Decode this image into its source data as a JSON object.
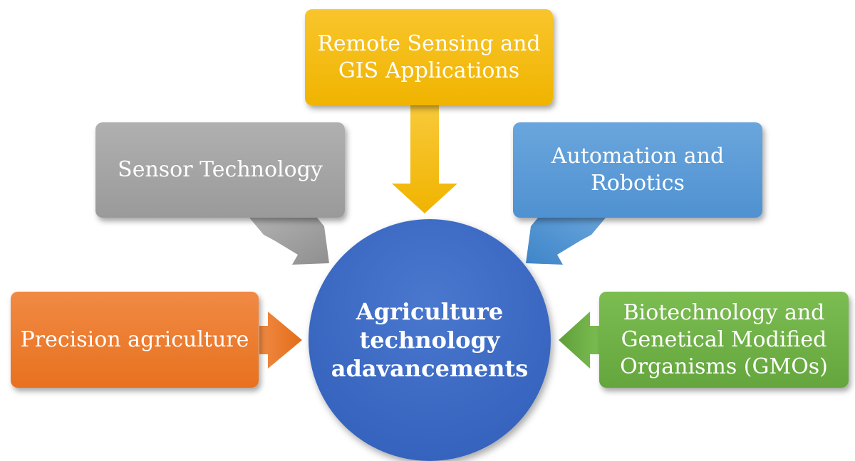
{
  "center": {
    "label": "Agriculture\ntechnology\nadavancements",
    "color": "#3a66c4"
  },
  "nodes": [
    {
      "id": "precision",
      "label": "Precision agriculture",
      "color": "#ed7d31"
    },
    {
      "id": "sensor",
      "label": "Sensor Technology",
      "color": "#a5a5a5"
    },
    {
      "id": "remote",
      "label": "Remote Sensing and\nGIS Applications",
      "color": "#f5bd0c"
    },
    {
      "id": "automation",
      "label": "Automation and\nRobotics",
      "color": "#5b9bd5"
    },
    {
      "id": "biotech",
      "label": "Biotechnology and\nGenetical Modified\nOrganisms (GMOs)",
      "color": "#70ad47"
    }
  ]
}
